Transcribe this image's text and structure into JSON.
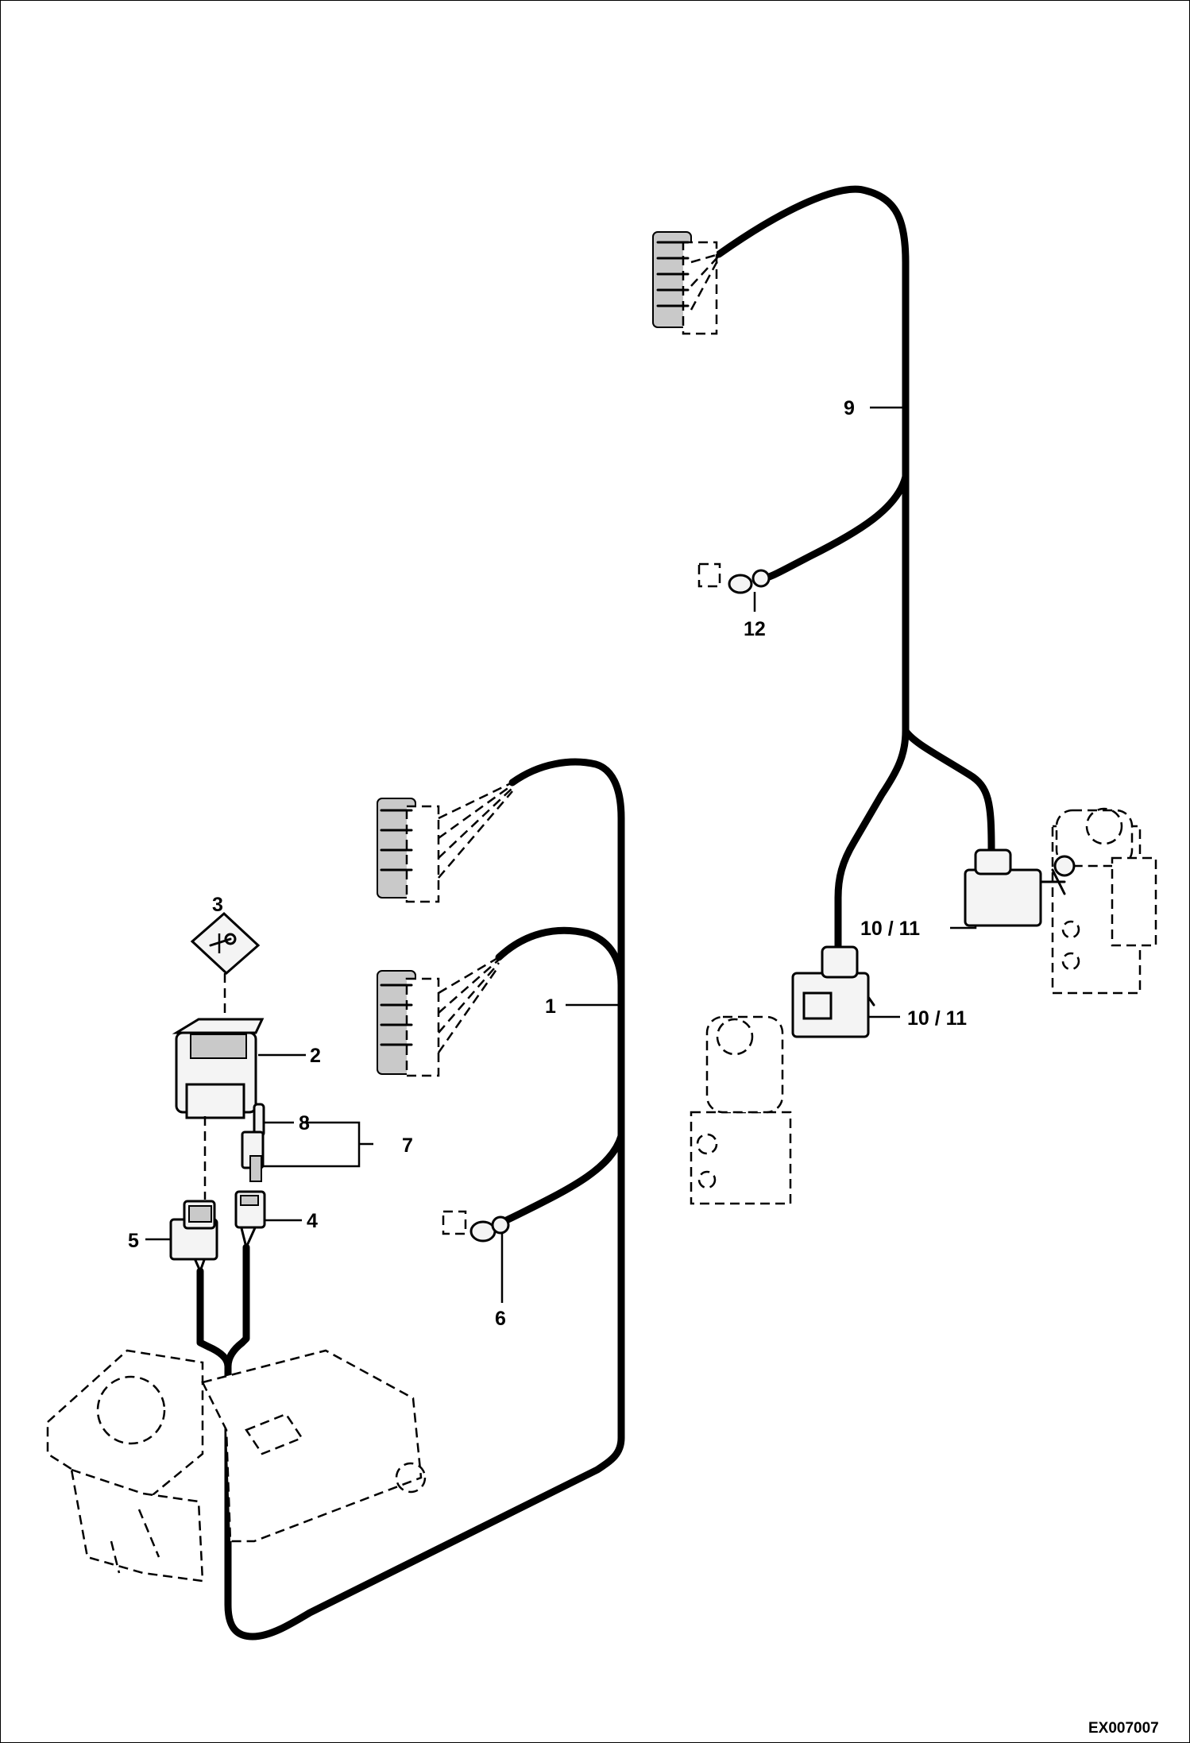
{
  "labels": {
    "l1": "1",
    "l2": "2",
    "l3": "3",
    "l4": "4",
    "l5": "5",
    "l6": "6",
    "l7": "7",
    "l8": "8",
    "l9": "9",
    "l10a": "10  /  11",
    "l10b": "10  /  11",
    "l12": "12"
  },
  "drawing_code": "EX007007"
}
